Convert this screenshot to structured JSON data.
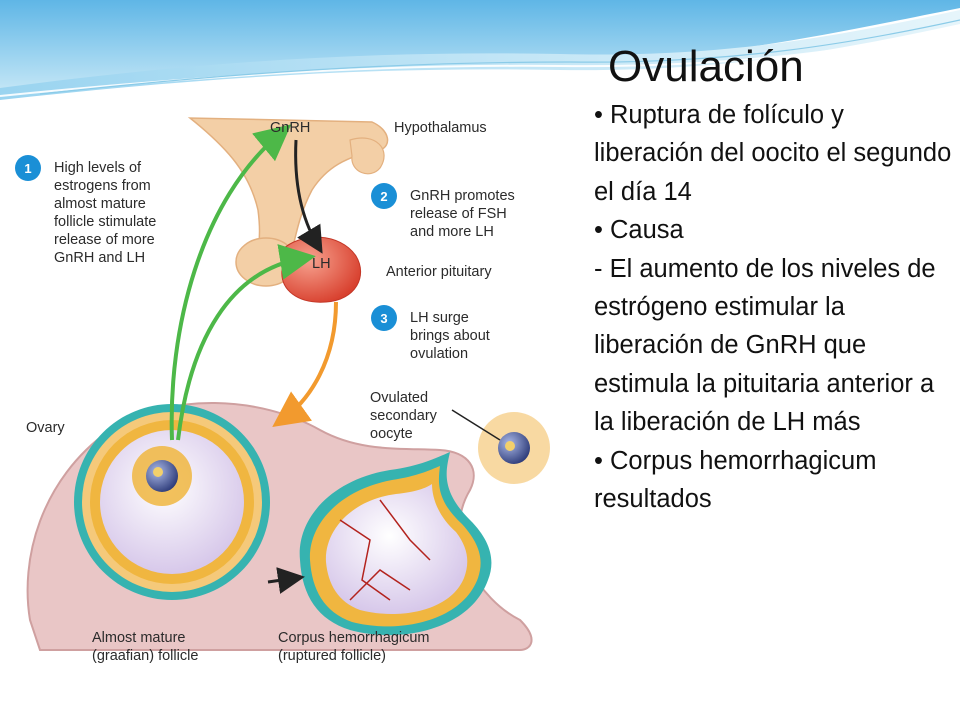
{
  "slide": {
    "title": "Ovulación",
    "bullets": [
      "• Ruptura de folículo y liberación del oocito el segundo el día 14",
      "• Causa",
      "- El aumento de los niveles de estrógeno estimular la liberación de GnRH que estimula la pituitaria anterior a la liberación de LH más",
      "• Corpus hemorrhagicum resultados"
    ]
  },
  "figure": {
    "labels": {
      "gnrh": "GnRH",
      "hypothalamus": "Hypothalamus",
      "lh": "LH",
      "anterior_pituitary": "Anterior pituitary",
      "ovary": "Ovary",
      "ovulated_oocyte": [
        "Ovulated",
        "secondary",
        "oocyte"
      ],
      "follicle": [
        "Almost mature",
        "(graafian) follicle"
      ],
      "corpus": [
        "Corpus hemorrhagicum",
        "(ruptured follicle)"
      ]
    },
    "steps": [
      {
        "number": "1",
        "lines": [
          "High levels of",
          "estrogens from",
          "almost mature",
          "follicle stimulate",
          "release of more",
          "GnRH and LH"
        ]
      },
      {
        "number": "2",
        "lines": [
          "GnRH promotes",
          "release of FSH",
          "and more LH"
        ]
      },
      {
        "number": "3",
        "lines": [
          "LH surge",
          "brings about",
          "ovulation"
        ]
      }
    ]
  },
  "colors": {
    "step_badge": "#1a8fd6",
    "green_arrow": "#4db848",
    "orange_arrow": "#f29a2e",
    "pituitary": "#e4523f",
    "follicle_ring": "#36b3b0"
  }
}
